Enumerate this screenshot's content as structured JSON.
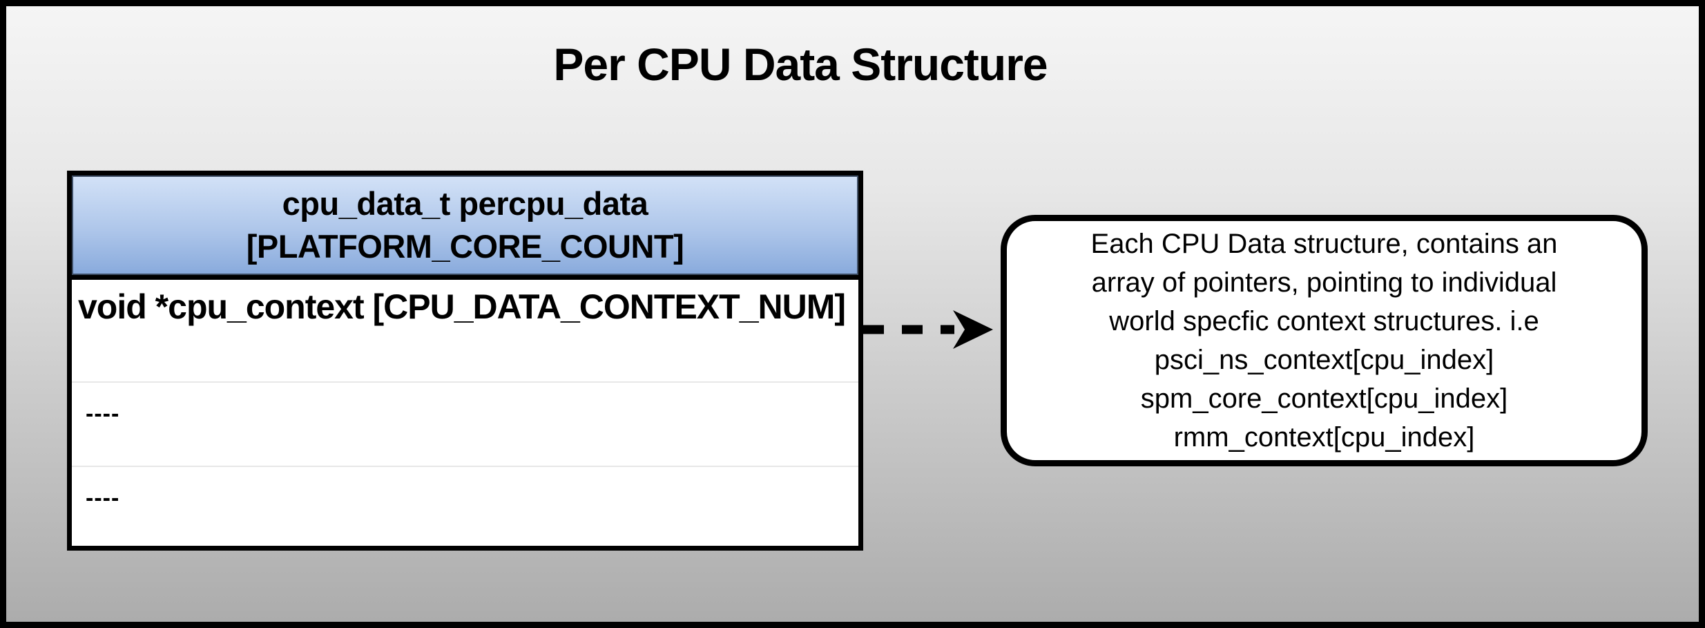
{
  "title": "Per CPU Data Structure",
  "table": {
    "header": {
      "line1": "cpu_data_t percpu_data",
      "line2": "[PLATFORM_CORE_COUNT]"
    },
    "rows": [
      {
        "text": "void *cpu_context [CPU_DATA_CONTEXT_NUM]"
      },
      {
        "text": "----"
      },
      {
        "text": "----"
      }
    ]
  },
  "arrow": {
    "style": "dashed",
    "direction": "right",
    "color": "#000000"
  },
  "callout": {
    "lines": [
      "Each CPU Data structure, contains an",
      "array of pointers, pointing to individual",
      "world specfic context structures. i.e",
      "psci_ns_context[cpu_index]",
      "spm_core_context[cpu_index]",
      "rmm_context[cpu_index]"
    ]
  },
  "colors": {
    "background_top": "#f5f5f5",
    "background_bottom": "#acacac",
    "frame_border": "#000000",
    "header_gradient_top": "#d3e2f7",
    "header_gradient_bottom": "#88aadc",
    "box_fill": "#ffffff",
    "row_separator": "#e7e7e7",
    "text": "#000000"
  }
}
